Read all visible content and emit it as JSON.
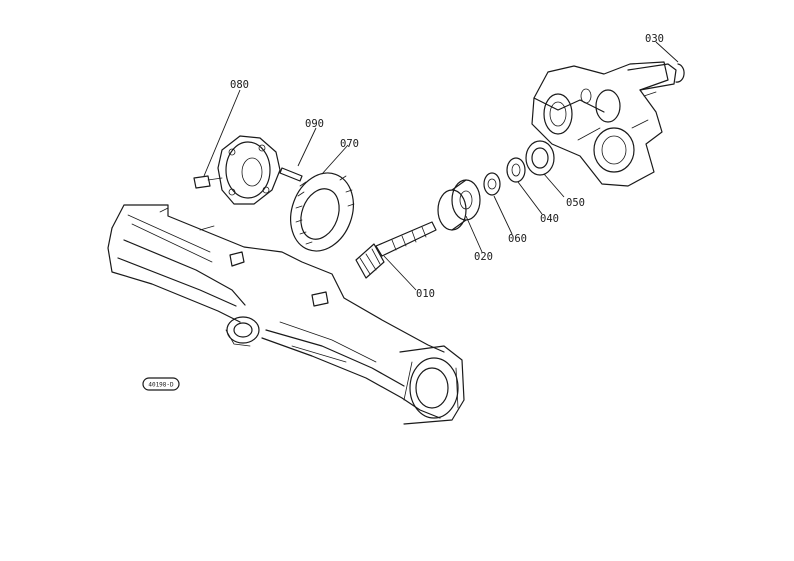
{
  "parts": [
    {
      "id": "p010",
      "label": "010"
    },
    {
      "id": "p020",
      "label": "020"
    },
    {
      "id": "p030",
      "label": "030"
    },
    {
      "id": "p040",
      "label": "040"
    },
    {
      "id": "p050",
      "label": "050"
    },
    {
      "id": "p060",
      "label": "060"
    },
    {
      "id": "p070",
      "label": "070"
    },
    {
      "id": "p080",
      "label": "080"
    },
    {
      "id": "p090",
      "label": "090"
    }
  ],
  "reference_code": "40198-D"
}
